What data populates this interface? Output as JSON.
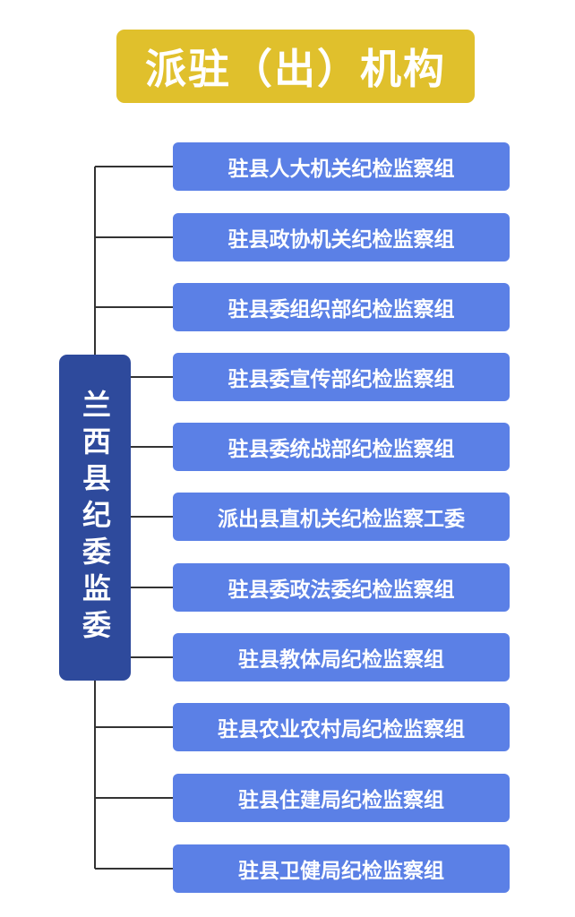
{
  "title": "派驻（出）机构",
  "root": "兰西县纪委监委",
  "branches": [
    "驻县人大机关纪检监察组",
    "驻县政协机关纪检监察组",
    "驻县委组织部纪检监察组",
    "驻县委宣传部纪检监察组",
    "驻县委统战部纪检监察组",
    "派出县直机关纪检监察工委",
    "驻县委政法委纪检监察组",
    "驻县教体局纪检监察组",
    "驻县农业农村局纪检监察组",
    "驻县住建局纪检监察组",
    "驻县卫健局纪检监察组"
  ],
  "colors": {
    "title_bg": "#e0c02c",
    "root_bg": "#2e4a9c",
    "branch_bg": "#5b80e6",
    "connector": "#333333"
  }
}
